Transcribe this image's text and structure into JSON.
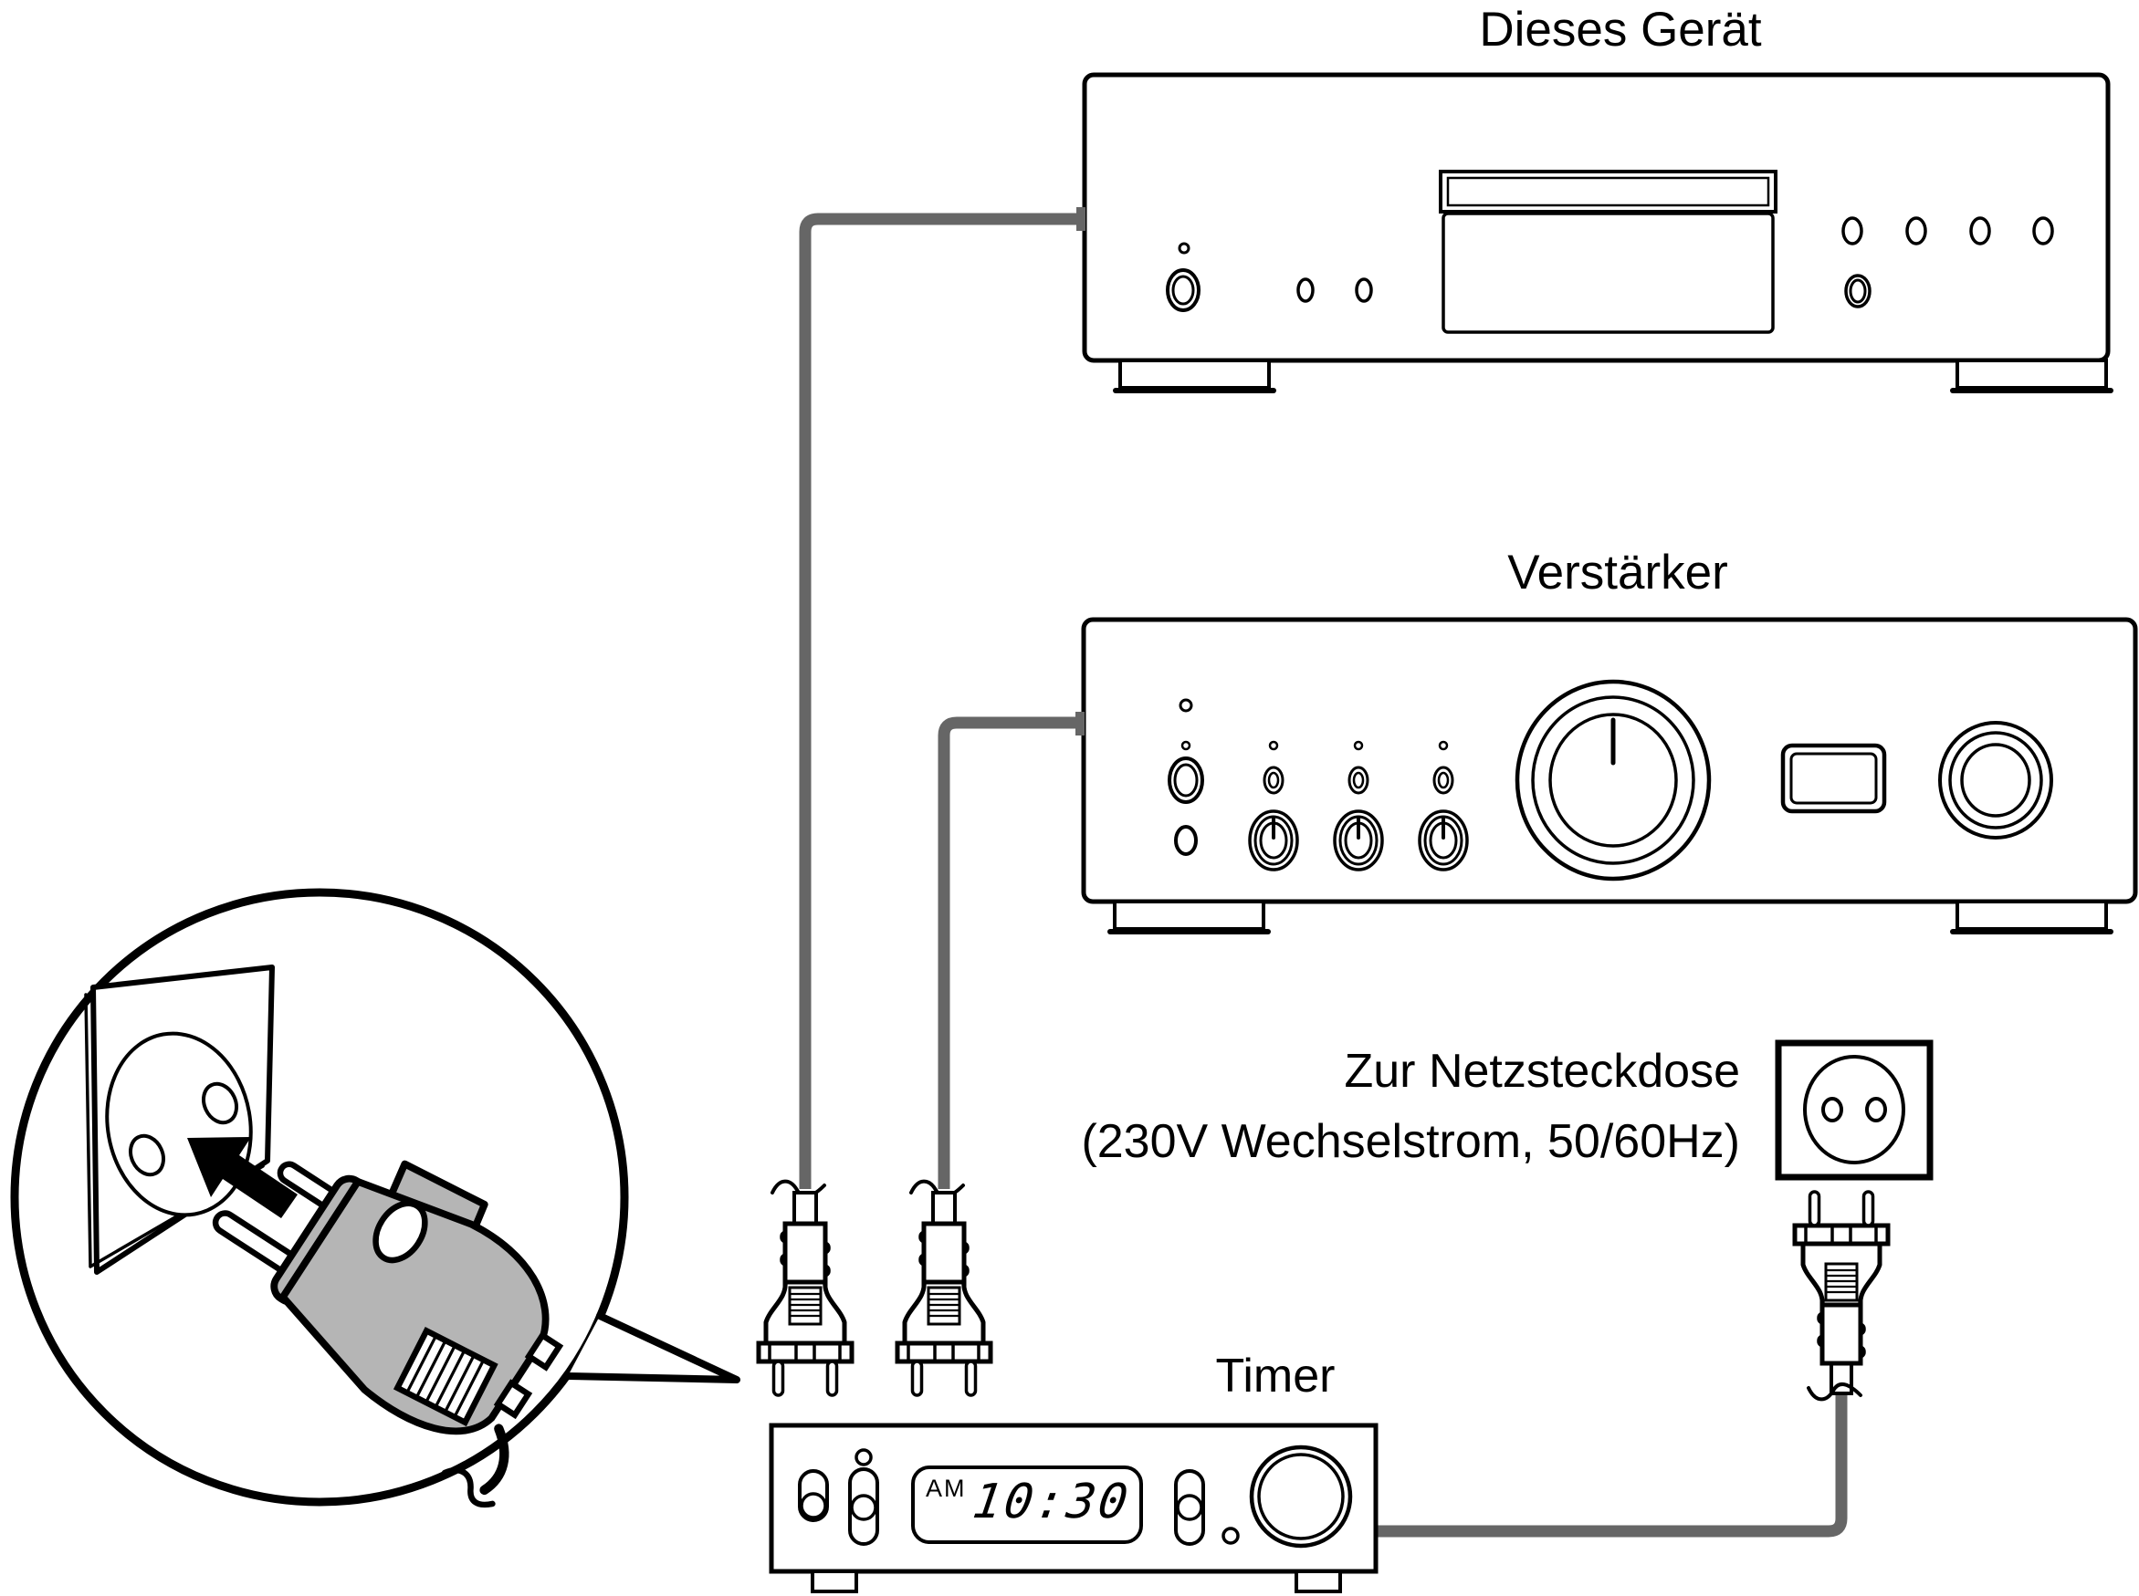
{
  "diagram": {
    "labels": {
      "device": "Dieses Gerät",
      "amplifier": "Verstärker",
      "outlet_line1": "Zur Netzsteckdose",
      "outlet_line2": "(230V Wechselstrom, 50/60Hz)",
      "timer": "Timer"
    },
    "timer_display": {
      "meridiem": "AM",
      "time": "10:30"
    },
    "colors": {
      "line": "#000000",
      "cable": "#666666",
      "plug_body": "#b5b5b5",
      "background": "#ffffff"
    },
    "icons": [
      "cd-player-illustration",
      "amplifier-illustration",
      "timer-illustration",
      "wall-outlet-icon",
      "euro-plug-icon",
      "power-cable",
      "magnifier-callout",
      "insert-arrow-icon"
    ]
  }
}
